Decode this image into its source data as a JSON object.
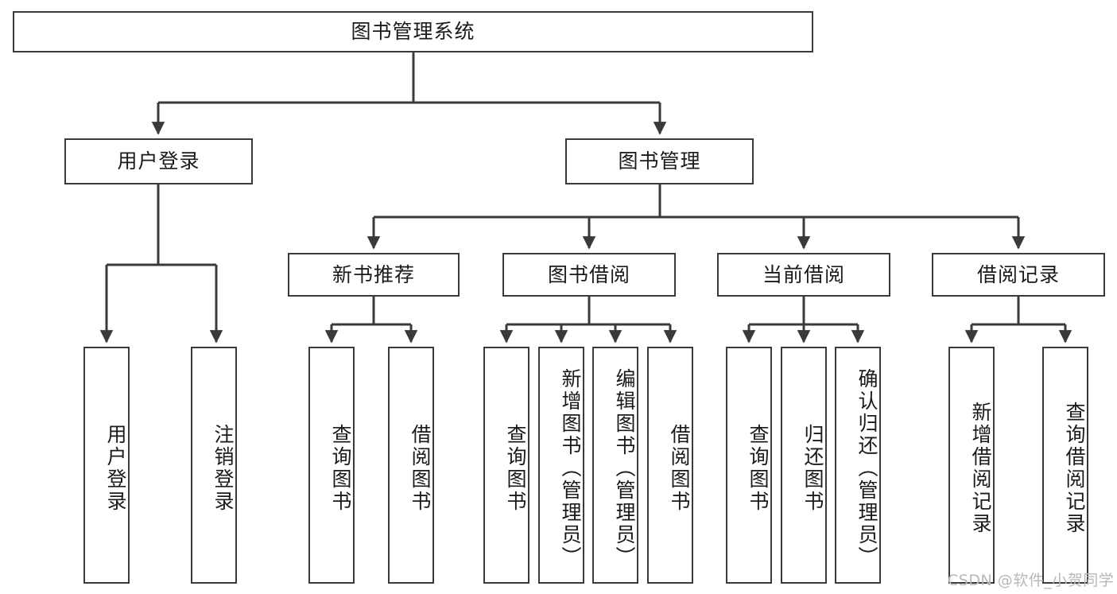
{
  "diagram": {
    "title": "图书管理系统",
    "type": "tree-hierarchy",
    "background_color": "#ffffff",
    "border_color": "#3a3a3a",
    "text_color": "#1a1a1a"
  },
  "watermark": {
    "text": "CSDN @软件_小贺同学",
    "color": "#b8b8b8"
  },
  "nodes": {
    "root": {
      "label": "图书管理系统"
    },
    "level2": [
      {
        "id": "user-login",
        "label": "用户登录"
      },
      {
        "id": "book-manage",
        "label": "图书管理"
      }
    ],
    "level3": [
      {
        "id": "new-book-recommend",
        "label": "新书推荐"
      },
      {
        "id": "book-borrow",
        "label": "图书借阅"
      },
      {
        "id": "current-borrow",
        "label": "当前借阅"
      },
      {
        "id": "borrow-record",
        "label": "借阅记录"
      }
    ],
    "level4": [
      {
        "id": "leaf-user-login",
        "label": "用户登录",
        "parent": "user-login"
      },
      {
        "id": "leaf-user-logout",
        "label": "注销登录",
        "parent": "user-login"
      },
      {
        "id": "leaf-query-book-1",
        "label": "查询图书",
        "parent": "new-book-recommend"
      },
      {
        "id": "leaf-borrow-book-1",
        "label": "借阅图书",
        "parent": "new-book-recommend"
      },
      {
        "id": "leaf-query-book-2",
        "label": "查询图书",
        "parent": "book-borrow"
      },
      {
        "id": "leaf-add-book",
        "label": "新增图书（管理员）",
        "parent": "book-borrow"
      },
      {
        "id": "leaf-edit-book",
        "label": "编辑图书（管理员）",
        "parent": "book-borrow"
      },
      {
        "id": "leaf-borrow-book-2",
        "label": "借阅图书",
        "parent": "book-borrow"
      },
      {
        "id": "leaf-query-book-3",
        "label": "查询图书",
        "parent": "current-borrow"
      },
      {
        "id": "leaf-return-book",
        "label": "归还图书",
        "parent": "current-borrow"
      },
      {
        "id": "leaf-confirm-return",
        "label": "确认归还（管理员）",
        "parent": "current-borrow"
      },
      {
        "id": "leaf-add-record",
        "label": "新增借阅记录",
        "parent": "borrow-record"
      },
      {
        "id": "leaf-query-record",
        "label": "查询借阅记录",
        "parent": "borrow-record"
      }
    ]
  }
}
